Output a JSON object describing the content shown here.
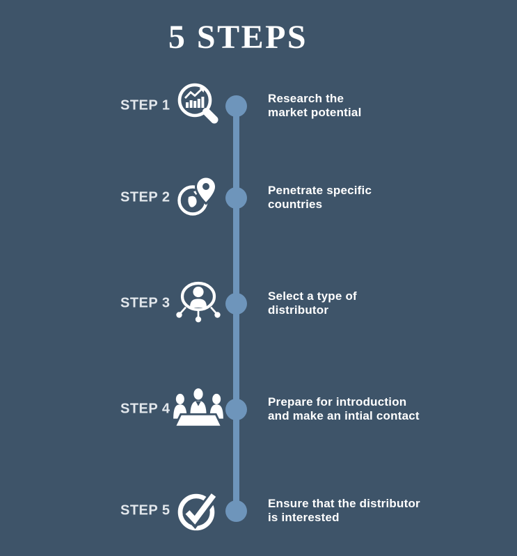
{
  "palette": {
    "background": "#3E5469",
    "accent_blue": "#6E95BB",
    "title_color": "#FFFFFF",
    "label_color": "#E2E7EC",
    "description_color": "#FFFFFF",
    "icon_color": "#FFFFFF"
  },
  "title": "5 STEPS",
  "steps": [
    {
      "label": "STEP 1",
      "icon": "magnifier-chart-icon",
      "lines": [
        "Research the",
        "market potential"
      ]
    },
    {
      "label": "STEP 2",
      "icon": "globe-pin-icon",
      "lines": [
        "Penetrate specific",
        "countries"
      ]
    },
    {
      "label": "STEP 3",
      "icon": "person-network-icon",
      "lines": [
        "Select a type of",
        "distributor"
      ]
    },
    {
      "label": "STEP 4",
      "icon": "meeting-icon",
      "lines": [
        "Prepare for introduction",
        "and make an intial contact"
      ]
    },
    {
      "label": "STEP 5",
      "icon": "check-circle-icon",
      "lines": [
        "Ensure that the distributor",
        "is interested"
      ]
    }
  ]
}
